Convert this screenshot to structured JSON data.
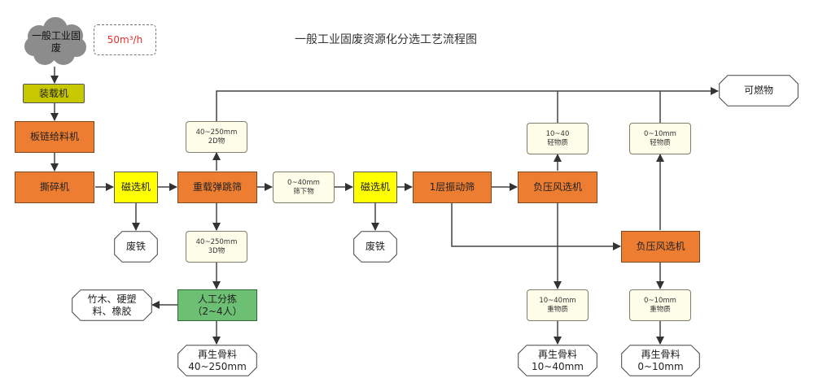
{
  "title": "一般工业固废资源化分选工艺流程图",
  "source": {
    "label": "一般工业固废",
    "capacity": "50m³/h"
  },
  "nodes": {
    "loader": "装载机",
    "apron_feeder": "板链给料机",
    "shredder": "撕碎机",
    "magnet_1": "磁选机",
    "scrap_iron_1": "废铁",
    "bounce_screen": "重载弹跳筛",
    "output_2d": [
      "40~250mm",
      "2D物"
    ],
    "output_3d": [
      "40~250mm",
      "3D物"
    ],
    "undersize": [
      "0~40mm",
      "筛下物"
    ],
    "magnet_2": "磁选机",
    "scrap_iron_2": "废铁",
    "vibrating_screen": "1层振动筛",
    "air_separator_1": "负压风选机",
    "air_separator_2": "负压风选机",
    "light_10_40": [
      "10~40",
      "轻物质"
    ],
    "light_0_10": [
      "0~10mm",
      "轻物质"
    ],
    "combustibles": "可燃物",
    "manual_sorting": [
      "人工分拣",
      "（2~4人）"
    ],
    "bamboo_plastic_rubber": [
      "竹木、硬塑",
      "料、橡胶"
    ],
    "recycled_40_250": [
      "再生骨料",
      "40~250mm"
    ],
    "heavy_10_40": [
      "10~40mm",
      "重物质"
    ],
    "heavy_0_10": [
      "0~10mm",
      "重物质"
    ],
    "recycled_10_40": [
      "再生骨料",
      "10~40mm"
    ],
    "recycled_0_10": [
      "再生骨料",
      "0~10mm"
    ]
  },
  "colors": {
    "process": "#ed7d31",
    "magnet": "#ffff00",
    "loader": "#c8c800",
    "manual": "#6dbf73",
    "intermediate": "#fdfde9",
    "source_cloud": "#8c8c8c",
    "capacity_text": "#e03030"
  }
}
